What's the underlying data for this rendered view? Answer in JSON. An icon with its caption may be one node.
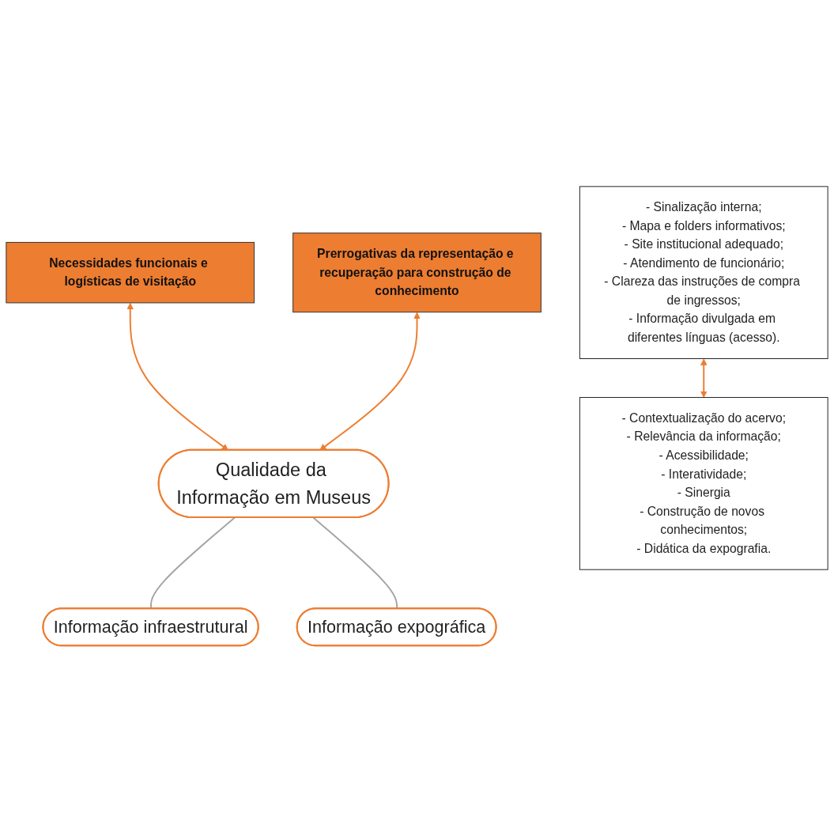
{
  "diagram": {
    "nodes": [
      {
        "text": [
          "Qualidade da Informação em Museus"
        ]
      },
      {
        "text": [
          "Informação infraestrutural"
        ]
      },
      {
        "text": [
          "Informação expográfica"
        ]
      },
      {
        "text": [
          "Necessidades funcionais e logísticas de visitação"
        ]
      },
      {
        "text": [
          "- Sinalização interna;",
          "- Mapa e folders informativos;",
          "- Site institucional adequado;",
          "- Atendimento de funcionário;",
          "- Clareza das instruções de compra de ingressos;",
          "- Informação divulgada em diferentes línguas (acesso)."
        ]
      },
      {
        "text": [
          "- Contextualização do acervo;",
          "- Relevância da informação;",
          "- Acessibilidade;",
          "- Interatividade;",
          "- Sinergia",
          "- Construção de novos conhecimentos;",
          "- Didática da expografia."
        ]
      },
      {
        "text": [
          "Prerrogativas da representação e recuperação para construção de conhecimento"
        ]
      }
    ],
    "edges": [
      {
        "from": 0,
        "to": 1,
        "arrow": "none",
        "color": "#a5a5a5"
      },
      {
        "from": 0,
        "to": 2,
        "arrow": "none",
        "color": "#a5a5a5"
      },
      {
        "from": 3,
        "to": 0,
        "arrow": "both"
      },
      {
        "from": 6,
        "to": 0,
        "arrow": "both"
      },
      {
        "from": 4,
        "to": 5,
        "arrow": "both"
      }
    ]
  }
}
